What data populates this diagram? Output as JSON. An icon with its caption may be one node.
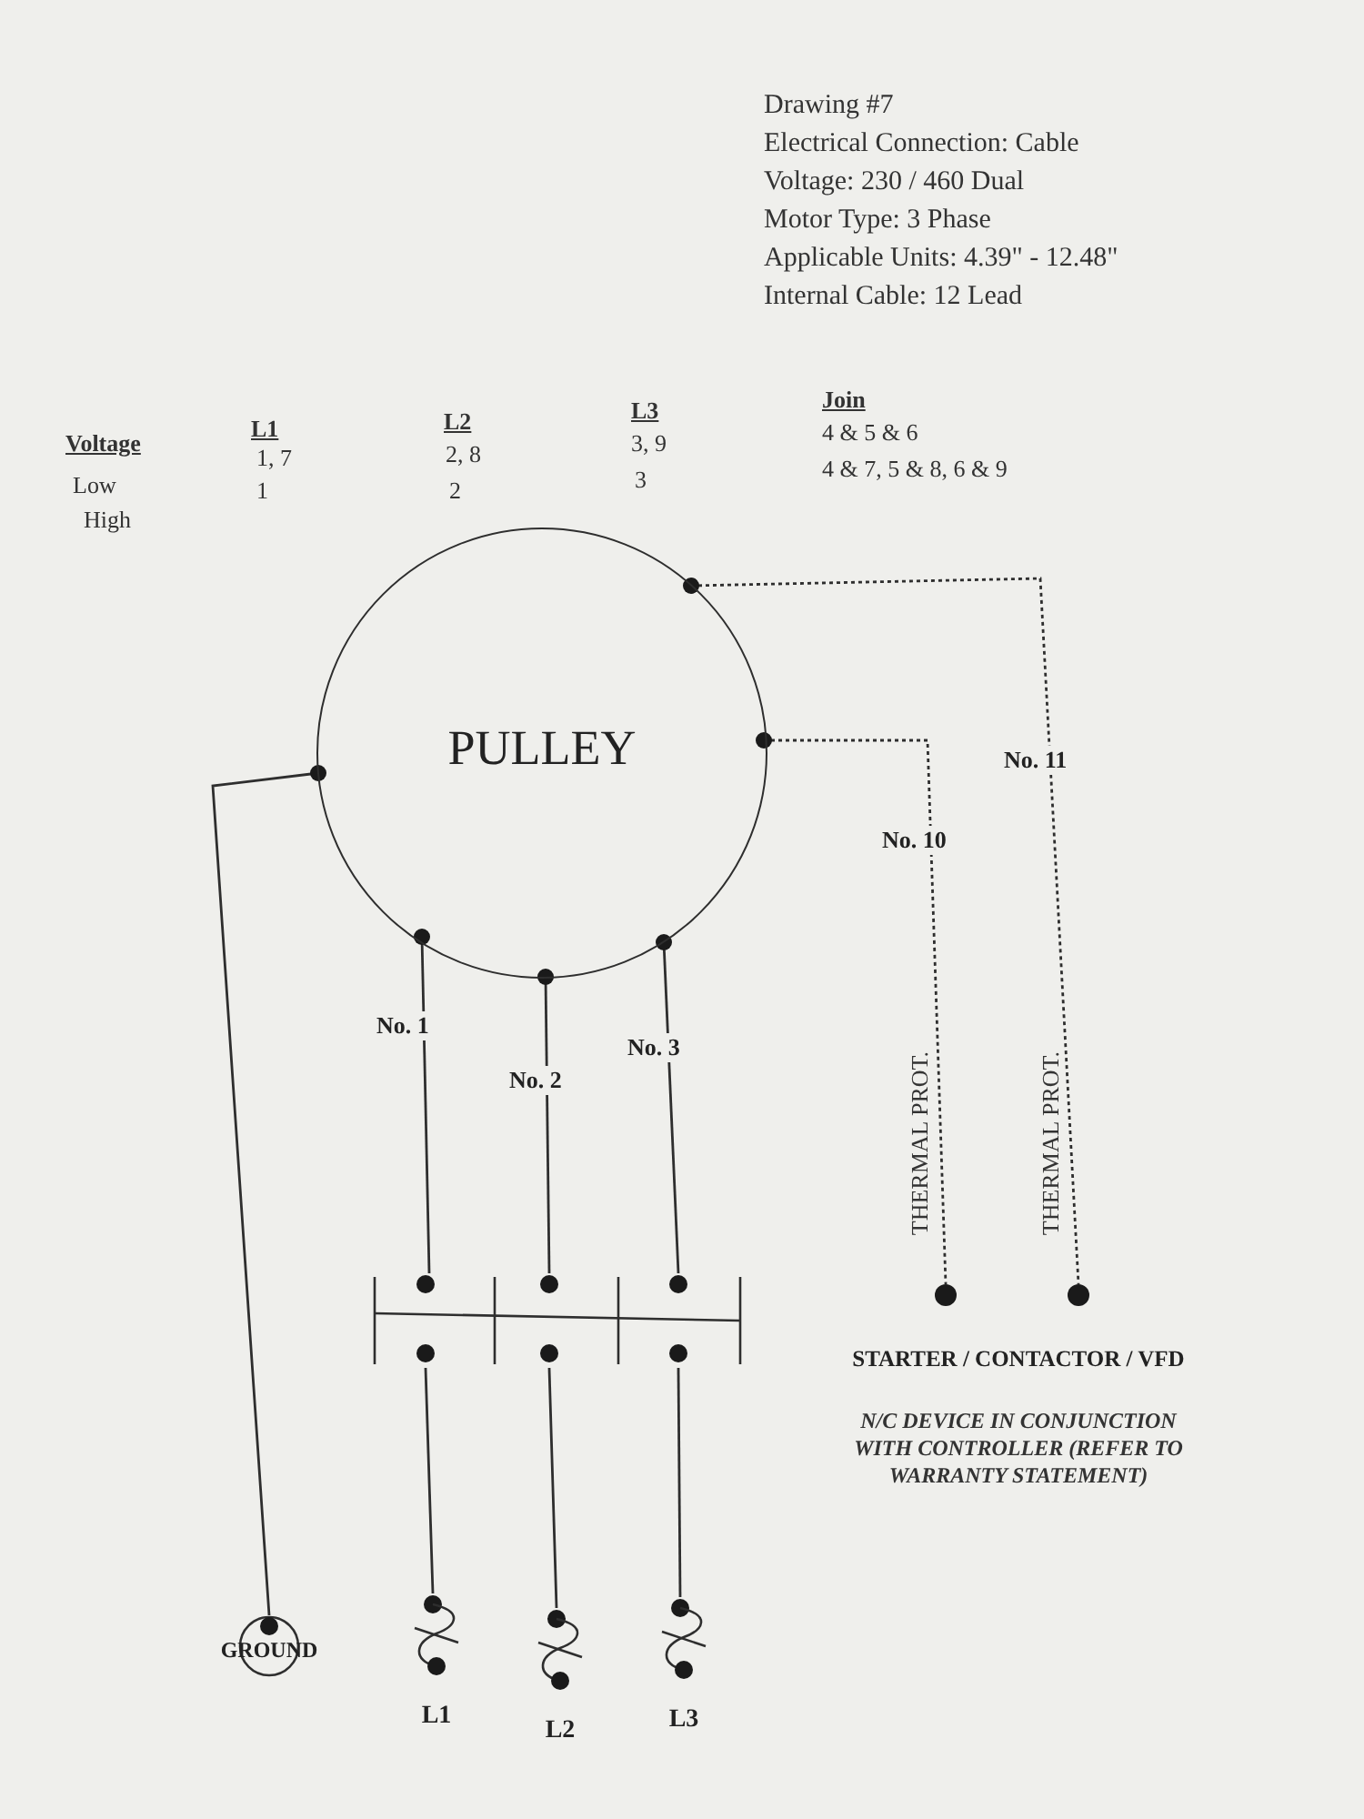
{
  "diagram": {
    "nodes": [
      {
        "text": [
          "PULLEY"
        ]
      },
      {
        "text": [],
        "shape": "switch"
      },
      {
        "text": [
          "GROUND"
        ]
      },
      {
        "text": [
          "L1"
        ]
      },
      {
        "text": [
          "L2"
        ]
      },
      {
        "text": [
          "L3"
        ]
      },
      {
        "text": [],
        "shape": "circle"
      },
      {
        "text": [],
        "shape": "circle"
      }
    ],
    "edges": [
      {
        "from": 0,
        "to": 1,
        "arrow": "none",
        "label": "No. 1"
      },
      {
        "from": 0,
        "to": 1,
        "arrow": "none",
        "label": "No. 2"
      },
      {
        "from": 0,
        "to": 1,
        "arrow": "none",
        "label": "No. 3"
      },
      {
        "from": 0,
        "to": 6,
        "arrow": "none",
        "label": "No. 10",
        "style": "dashed"
      },
      {
        "from": 0,
        "to": 7,
        "arrow": "none",
        "label": "No. 11",
        "style": "dashed"
      },
      {
        "from": 0,
        "to": 2,
        "arrow": "none"
      },
      {
        "from": 1,
        "to": 3,
        "arrow": "none"
      },
      {
        "from": 1,
        "to": 4,
        "arrow": "none"
      },
      {
        "from": 1,
        "to": 5,
        "arrow": "none"
      }
    ],
    "labels": [
      "Drawing #7",
      "Electrical Connection: Cable",
      "Voltage: 230 / 460 Dual",
      "Motor Type: 3 Phase",
      "Applicable Units: 4.39\" - 12.48\"",
      "Internal Cable: 12 Lead",
      "Voltage",
      "L1",
      "L2",
      "L3",
      "Join",
      "Low",
      "1, 7",
      "2, 8",
      "3, 9",
      "4 & 5 & 6",
      "High",
      "1",
      "2",
      "3",
      "4 & 7, 5 & 8, 6 & 9",
      "THERMAL PROT.",
      "THERMAL PROT.",
      "STARTER / CONTACTOR / VFD",
      "N/C DEVICE IN CONJUNCTION WITH CONTROLLER (REFER TO WARRANTY STATEMENT)"
    ]
  }
}
